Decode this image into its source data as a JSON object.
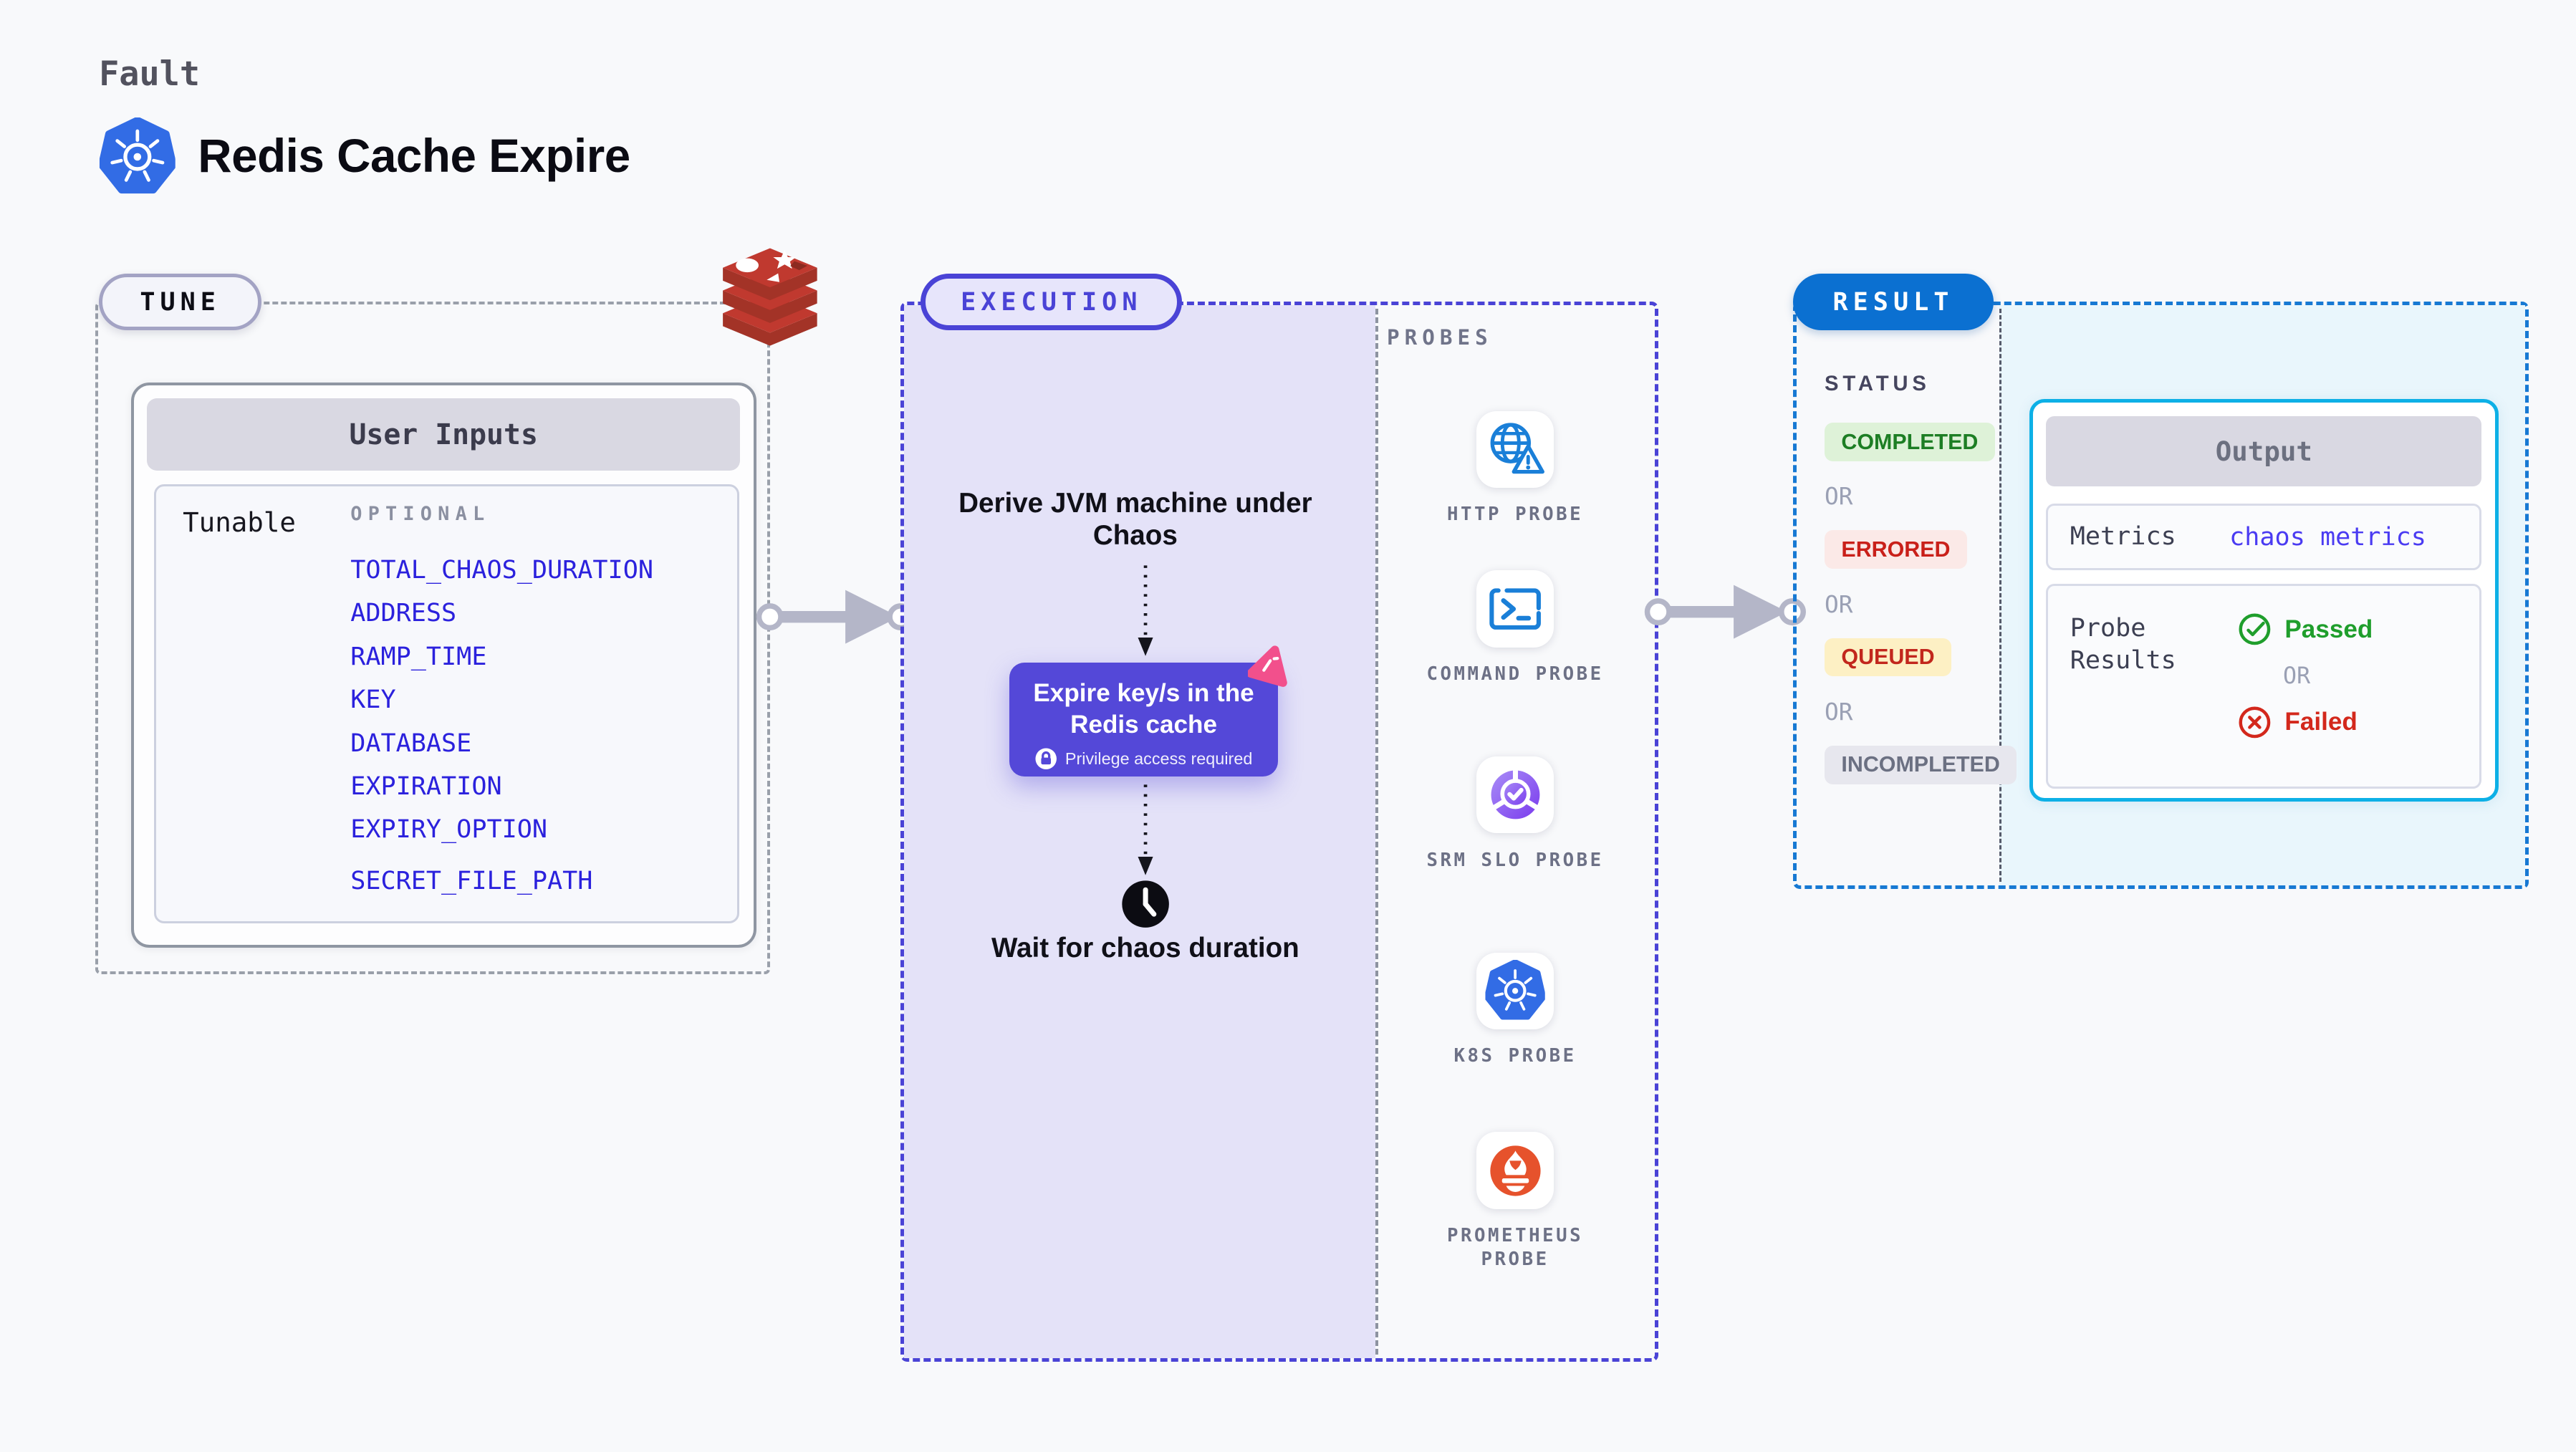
{
  "header": {
    "kicker": "Fault",
    "title": "Redis Cache Expire",
    "title_icon": "kubernetes-icon"
  },
  "tune": {
    "badge": "TUNE",
    "brand_icon": "redis-icon",
    "panel_title": "User Inputs",
    "row_label": "Tunable",
    "group_label": "OPTIONAL",
    "params": [
      "TOTAL_CHAOS_DURATION",
      "ADDRESS",
      "RAMP_TIME",
      "KEY",
      "DATABASE",
      "EXPIRATION",
      "EXPIRY_OPTION",
      "SECRET_FILE_PATH"
    ]
  },
  "execution": {
    "badge": "EXECUTION",
    "step1": "Derive JVM machine under Chaos",
    "step2": "Expire key/s in the Redis cache",
    "step2_icon": "chaos-icon",
    "step2_note": "Privilege access required",
    "step2_note_icon": "lock-icon",
    "step3": "Wait for chaos duration",
    "step3_icon": "clock-icon",
    "probes_label": "PROBES",
    "probes": [
      {
        "label": "HTTP PROBE",
        "icon": "globe-alert-icon"
      },
      {
        "label": "COMMAND PROBE",
        "icon": "terminal-icon"
      },
      {
        "label": "SRM SLO PROBE",
        "icon": "slo-check-icon"
      },
      {
        "label": "K8S PROBE",
        "icon": "kubernetes-icon"
      },
      {
        "label": "PROMETHEUS PROBE",
        "icon": "prometheus-icon"
      }
    ]
  },
  "result": {
    "badge": "RESULT",
    "status_label": "STATUS",
    "or_label": "OR",
    "statuses": [
      {
        "label": "COMPLETED",
        "kind": "success"
      },
      {
        "label": "ERRORED",
        "kind": "error"
      },
      {
        "label": "QUEUED",
        "kind": "queued"
      },
      {
        "label": "INCOMPLETED",
        "kind": "neutral"
      }
    ],
    "output": {
      "title": "Output",
      "metrics_label": "Metrics",
      "metrics_value": "chaos metrics",
      "probe_results_label": "Probe Results",
      "passed_label": "Passed",
      "passed_icon": "check-circle-icon",
      "or_label": "OR",
      "failed_label": "Failed",
      "failed_icon": "x-circle-icon"
    }
  },
  "colors": {
    "page_bg": "#f8f9fb",
    "execution_accent": "#4a43d6",
    "execution_fill": "#e4e2f8",
    "result_accent": "#1779d3",
    "result_fill": "#e9f6fc",
    "output_border": "#0db0e6",
    "chaos_card": "#5448d8",
    "param_blue": "#2b21dd",
    "success_green": "#1d7e24",
    "error_red": "#c9201a",
    "queued_yellow_bg": "#fdf0c4",
    "kubernetes_blue": "#326ce5",
    "redis_red": "#c0392f",
    "prometheus_orange": "#e6522c",
    "chaos_pink": "#f2508c",
    "arrow_gray": "#b4b6c8"
  }
}
